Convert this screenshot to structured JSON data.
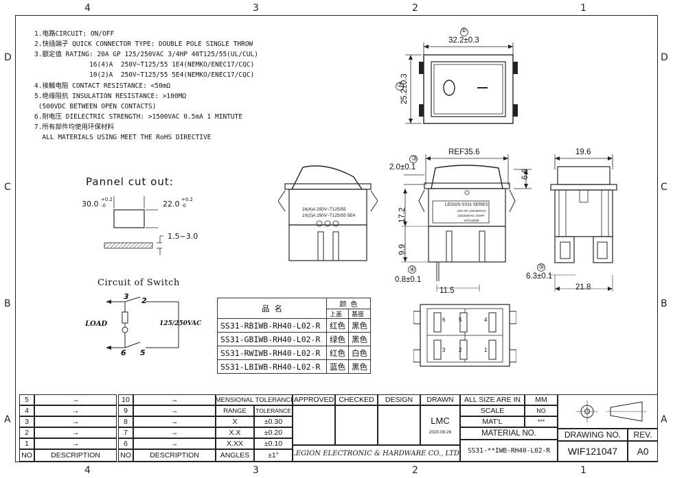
{
  "zones": {
    "top": [
      "4",
      "3",
      "2",
      "1"
    ],
    "bottom": [
      "4",
      "3",
      "2",
      "1"
    ],
    "left": [
      "D",
      "C",
      "B",
      "A"
    ],
    "right": [
      "D",
      "C",
      "B",
      "A"
    ]
  },
  "notes": [
    "1.电路CIRCUIT: ON/OFF",
    "2.快插端子 QUICK CONNECTOR TYPE: DOUBLE POLE SINGLE THROW",
    "3.额定值 RATING: 20A GP 125/250VAC 3/4HP 40T125/55(UL/CUL)",
    "              16(4)A  250V~T125/55 1E4(NEMKO/ENEC17/CQC)",
    "              10(2)A  250V~T125/55 5E4(NEMKO/ENEC17/CQC)",
    "4.接触电阻 CONTACT RESISTANCE: <50mΩ",
    "5.绝缘阻抗 INSULATION RESISTANCE: >100MΩ",
    " (500VDC BETWEEN OPEN CONTACTS)",
    "6.耐电压 DIELECTRIC STRENGTH: >1500VAC 0.5mA 1 MINTUTE",
    "7.所有部件均使用环保材料",
    "  ALL MATERIALS USING MEET THE RoHS DIRECTIVE"
  ],
  "panel_cutout": {
    "title": "Pannel cut out:",
    "width": "30.0",
    "width_tol_top": "+0.2",
    "width_tol_bottom": "-0",
    "height": "22.0",
    "height_tol_top": "+0.2",
    "height_tol_bottom": "-0",
    "thickness": "1.5~3.0"
  },
  "circuit": {
    "title": "Circuit of Switch",
    "load": "LOAD",
    "voltage": "125/250VAC",
    "pins": [
      "3",
      "2",
      "6",
      "5"
    ]
  },
  "parts_table": {
    "header_name": "品    名",
    "header_color": "颜  色",
    "sub_top": "上盖",
    "sub_base": "基座",
    "rows": [
      {
        "part": "SS31-RBIWB-RH40-L02-R",
        "top": "红色",
        "base": "黑色"
      },
      {
        "part": "SS31-GBIWB-RH40-L02-R",
        "top": "绿色",
        "base": "黑色"
      },
      {
        "part": "SS31-RWIWB-RH40-L02-R",
        "top": "红色",
        "base": "白色"
      },
      {
        "part": "SS31-LBIWB-RH40-L02-R",
        "top": "蓝色",
        "base": "黑色"
      }
    ]
  },
  "dimensions": {
    "d1_label": "①",
    "d1": "32.2±0.3",
    "d2_label": "②",
    "d2": "25.2±0.3",
    "d3_label": "③",
    "d3": "2.0±0.1",
    "ref": "REF35.6",
    "h66": "6.6",
    "h172": "17.2",
    "h99": "9.9",
    "d4_label": "④",
    "d4": "0.8±0.1",
    "w115": "11.5",
    "w196": "19.6",
    "d5_label": "⑤",
    "d5": "6.3±0.1",
    "w218": "21.8"
  },
  "side_label": {
    "line1": "16(4)A 250V~T125/55",
    "line2": "10(2)A 250V~T125/55 5E4"
  },
  "front_label": {
    "title": "LEGION SS31 SERIES",
    "line1": "20A GP 125/250VAC",
    "line2": "125/250VAC 3/4HP",
    "line3": "40T125/55"
  },
  "terminals": [
    "6",
    "5",
    "4",
    "3",
    "2",
    "1"
  ],
  "revisions": {
    "left_nos": [
      "5",
      "4",
      "3",
      "2",
      "1"
    ],
    "right_nos": [
      "10",
      "9",
      "8",
      "7",
      "6"
    ],
    "no_label": "NO",
    "desc_label": "DESCRIPTION"
  },
  "tolerances": {
    "title": "DIMENSIONAL TOLERANCES",
    "range": "RANGE",
    "tol": "TOLERANCE",
    "rows": [
      {
        "range": "X",
        "tol": "±0.30"
      },
      {
        "range": "X.X",
        "tol": "±0.20"
      },
      {
        "range": "X.XX",
        "tol": "±0.10"
      },
      {
        "range": "ANGLES",
        "tol": "±1°"
      }
    ]
  },
  "approval": {
    "approved": "APPROVED",
    "checked": "CHECKED",
    "design": "DESIGN",
    "drawn": "DRAWN",
    "drawn_by": "LMC",
    "drawn_date": "2020.09.26",
    "company": "LEGION ELECTRONIC & HARDWARE CO., LTD."
  },
  "title_block": {
    "size_label": "ALL SIZE ARE IN",
    "size_value": "MM",
    "scale_label": "SCALE",
    "scale_value": "NO",
    "mat_label": "MAT'L",
    "mat_value": "***",
    "material_no_label": "MATERIAL NO.",
    "material_no": "SS31-**IWB-RH40-L02-R",
    "drawing_no_label": "DRAWING NO.",
    "drawing_no": "WIF121047",
    "rev_label": "REV.",
    "rev": "A0"
  }
}
